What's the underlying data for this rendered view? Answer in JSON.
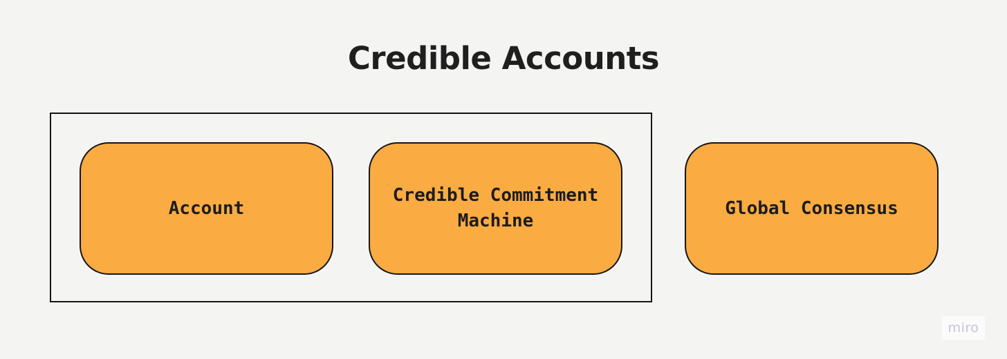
{
  "title": "Credible Accounts",
  "diagram": {
    "boxes": [
      {
        "label": "Account",
        "inside_container": true
      },
      {
        "label": "Credible Commitment Machine",
        "inside_container": true
      },
      {
        "label": "Global Consensus",
        "inside_container": false
      }
    ]
  },
  "watermark": {
    "label": "miro"
  },
  "colors": {
    "background": "#f4f4f2",
    "box_fill": "#faab42",
    "box_border": "#151515",
    "container_border": "#141414",
    "title_text": "#1f1f1f",
    "box_text": "#1c1c1c",
    "watermark_text": "#c7c4d2",
    "watermark_bg": "#fbfbfc"
  }
}
